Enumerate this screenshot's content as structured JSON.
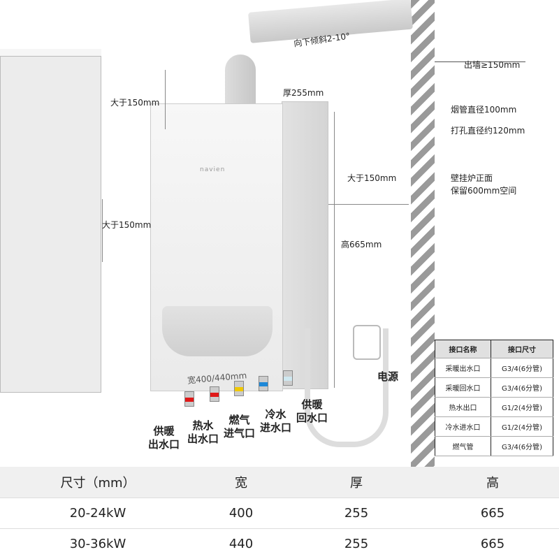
{
  "annotations": {
    "slope": "向下倾斜2-10°",
    "wall_out": "出墙≥150mm",
    "top_clearance": "大于150mm",
    "depth": "厚255mm",
    "flue_diameter": "烟管直径100mm",
    "hole_diameter": "打孔直径约120mm",
    "right_clearance": "大于150mm",
    "front_space_1": "壁挂炉正面",
    "front_space_2": "保留600mm空间",
    "left_clearance": "大于150mm",
    "height": "高665mm",
    "width": "宽400/440mm",
    "power": "电源",
    "brand": "navien"
  },
  "ports": [
    {
      "line1": "供暖",
      "line2": "出水口",
      "color": "#e01818"
    },
    {
      "line1": "热水",
      "line2": "出水口",
      "color": "#e01818"
    },
    {
      "line1": "燃气",
      "line2": "进气口",
      "color": "#f0c800"
    },
    {
      "line1": "冷水",
      "line2": "进水口",
      "color": "#1e88d8"
    },
    {
      "line1": "供暖",
      "line2": "回水口",
      "color": "#cfe8f0"
    }
  ],
  "spec_table": {
    "headers": [
      "接口名称",
      "接口尺寸"
    ],
    "rows": [
      [
        "采暖出水口",
        "G3/4(6分管)"
      ],
      [
        "采暖回水口",
        "G3/4(6分管)"
      ],
      [
        "热水出口",
        "G1/2(4分管)"
      ],
      [
        "冷水进水口",
        "G1/2(4分管)"
      ],
      [
        "燃气管",
        "G3/4(6分管)"
      ]
    ]
  },
  "size_table": {
    "headers": [
      "尺寸（mm）",
      "宽",
      "厚",
      "高"
    ],
    "rows": [
      [
        "20-24kW",
        "400",
        "255",
        "665"
      ],
      [
        "30-36kW",
        "440",
        "255",
        "665"
      ]
    ]
  }
}
